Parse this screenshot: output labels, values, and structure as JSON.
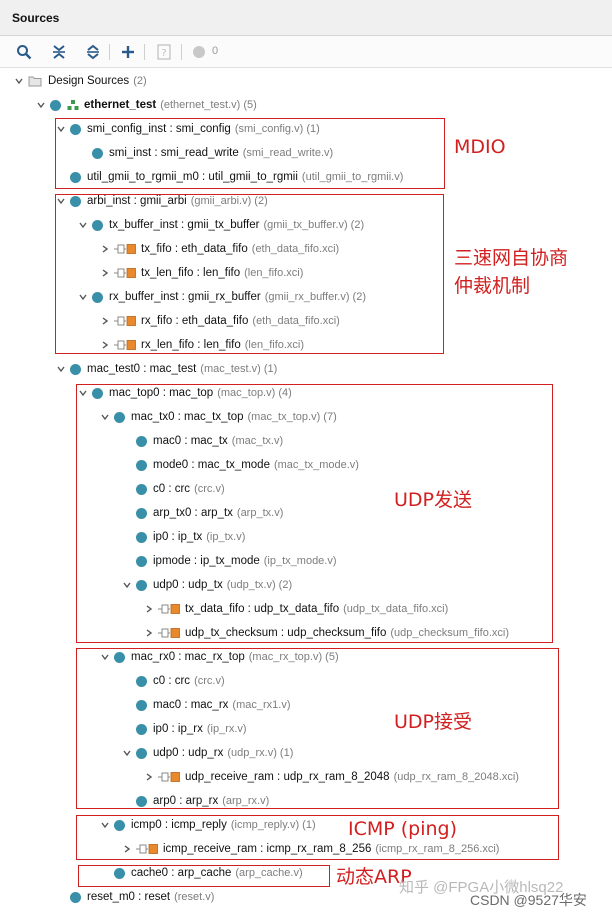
{
  "panel": {
    "title": "Sources"
  },
  "toolbar": {
    "icons": [
      "search-icon",
      "collapse-all-icon",
      "expand-all-icon",
      "add-icon",
      "help-icon",
      "status-dot-icon"
    ],
    "count": "0"
  },
  "tree": {
    "root": {
      "label": "Design Sources",
      "count": "(2)"
    },
    "top": {
      "name": "ethernet_test",
      "src": "(ethernet_test.v) (5)"
    },
    "rows": [
      {
        "name": "smi_config_inst : smi_config",
        "src": "(smi_config.v) (1)"
      },
      {
        "name": "smi_inst : smi_read_write",
        "src": "(smi_read_write.v)"
      },
      {
        "name": "util_gmii_to_rgmii_m0 : util_gmii_to_rgmii",
        "src": "(util_gmii_to_rgmii.v)"
      },
      {
        "name": "arbi_inst : gmii_arbi",
        "src": "(gmii_arbi.v) (2)"
      },
      {
        "name": "tx_buffer_inst : gmii_tx_buffer",
        "src": "(gmii_tx_buffer.v) (2)"
      },
      {
        "name": "tx_fifo : eth_data_fifo",
        "src": "(eth_data_fifo.xci)"
      },
      {
        "name": "tx_len_fifo : len_fifo",
        "src": "(len_fifo.xci)"
      },
      {
        "name": "rx_buffer_inst : gmii_rx_buffer",
        "src": "(gmii_rx_buffer.v) (2)"
      },
      {
        "name": "rx_fifo : eth_data_fifo",
        "src": "(eth_data_fifo.xci)"
      },
      {
        "name": "rx_len_fifo : len_fifo",
        "src": "(len_fifo.xci)"
      },
      {
        "name": "mac_test0 : mac_test",
        "src": "(mac_test.v) (1)"
      },
      {
        "name": "mac_top0 : mac_top",
        "src": "(mac_top.v) (4)"
      },
      {
        "name": "mac_tx0 : mac_tx_top",
        "src": "(mac_tx_top.v) (7)"
      },
      {
        "name": "mac0 : mac_tx",
        "src": "(mac_tx.v)"
      },
      {
        "name": "mode0 : mac_tx_mode",
        "src": "(mac_tx_mode.v)"
      },
      {
        "name": "c0 : crc",
        "src": "(crc.v)"
      },
      {
        "name": "arp_tx0 : arp_tx",
        "src": "(arp_tx.v)"
      },
      {
        "name": "ip0 : ip_tx",
        "src": "(ip_tx.v)"
      },
      {
        "name": "ipmode : ip_tx_mode",
        "src": "(ip_tx_mode.v)"
      },
      {
        "name": "udp0 : udp_tx",
        "src": "(udp_tx.v) (2)"
      },
      {
        "name": "tx_data_fifo : udp_tx_data_fifo",
        "src": "(udp_tx_data_fifo.xci)"
      },
      {
        "name": "udp_tx_checksum : udp_checksum_fifo",
        "src": "(udp_checksum_fifo.xci)"
      },
      {
        "name": "mac_rx0 : mac_rx_top",
        "src": "(mac_rx_top.v) (5)"
      },
      {
        "name": "c0 : crc",
        "src": "(crc.v)"
      },
      {
        "name": "mac0 : mac_rx",
        "src": "(mac_rx1.v)"
      },
      {
        "name": "ip0 : ip_rx",
        "src": "(ip_rx.v)"
      },
      {
        "name": "udp0 : udp_rx",
        "src": "(udp_rx.v) (1)"
      },
      {
        "name": "udp_receive_ram : udp_rx_ram_8_2048",
        "src": "(udp_rx_ram_8_2048.xci)"
      },
      {
        "name": "arp0 : arp_rx",
        "src": "(arp_rx.v)"
      },
      {
        "name": "icmp0 : icmp_reply",
        "src": "(icmp_reply.v) (1)"
      },
      {
        "name": "icmp_receive_ram : icmp_rx_ram_8_256",
        "src": "(icmp_rx_ram_8_256.xci)"
      },
      {
        "name": "cache0 : arp_cache",
        "src": "(arp_cache.v)"
      },
      {
        "name": "reset_m0 : reset",
        "src": "(reset.v)"
      }
    ]
  },
  "annotations": {
    "mdio": "MDIO",
    "arbi_line1": "三速网自协商",
    "arbi_line2": "仲裁机制",
    "udp_tx": "UDP发送",
    "udp_rx": "UDP接受",
    "icmp": "ICMP (ping)",
    "arp": "动态ARP"
  },
  "watermark": {
    "zhihu": "知乎 @FPGA小微hlsq22",
    "csdn": "CSDN @9527华安"
  },
  "colors": {
    "annotation": "#d21f1f",
    "node_dot": "#3a8fa8",
    "ip_square": "#e8892b"
  }
}
